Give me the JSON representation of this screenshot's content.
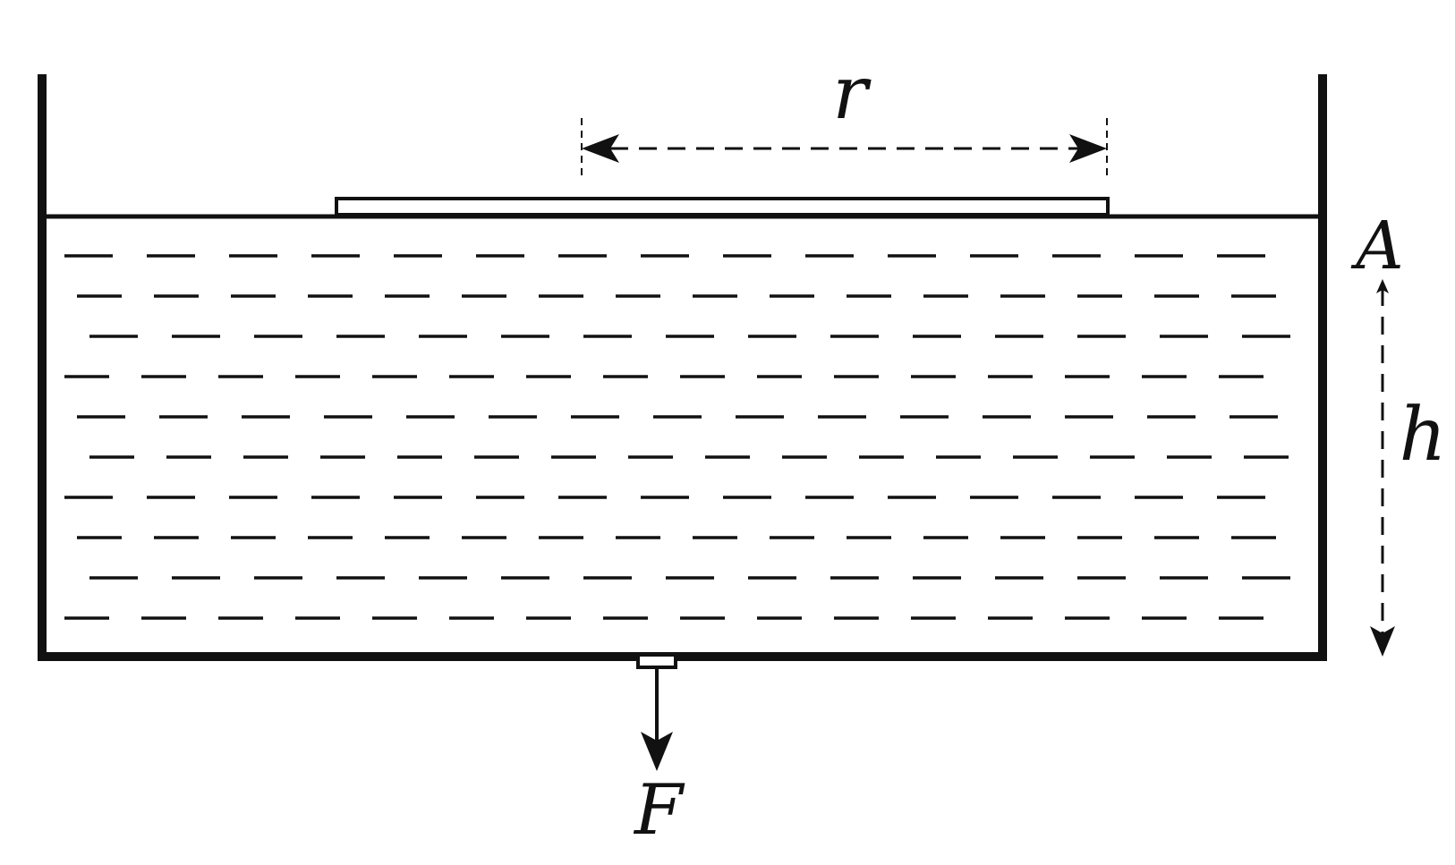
{
  "diagram": {
    "labels": {
      "r": "r",
      "A": "A",
      "h": "h",
      "F": "F"
    },
    "colors": {
      "ink": "#111111",
      "background": "#ffffff"
    }
  }
}
